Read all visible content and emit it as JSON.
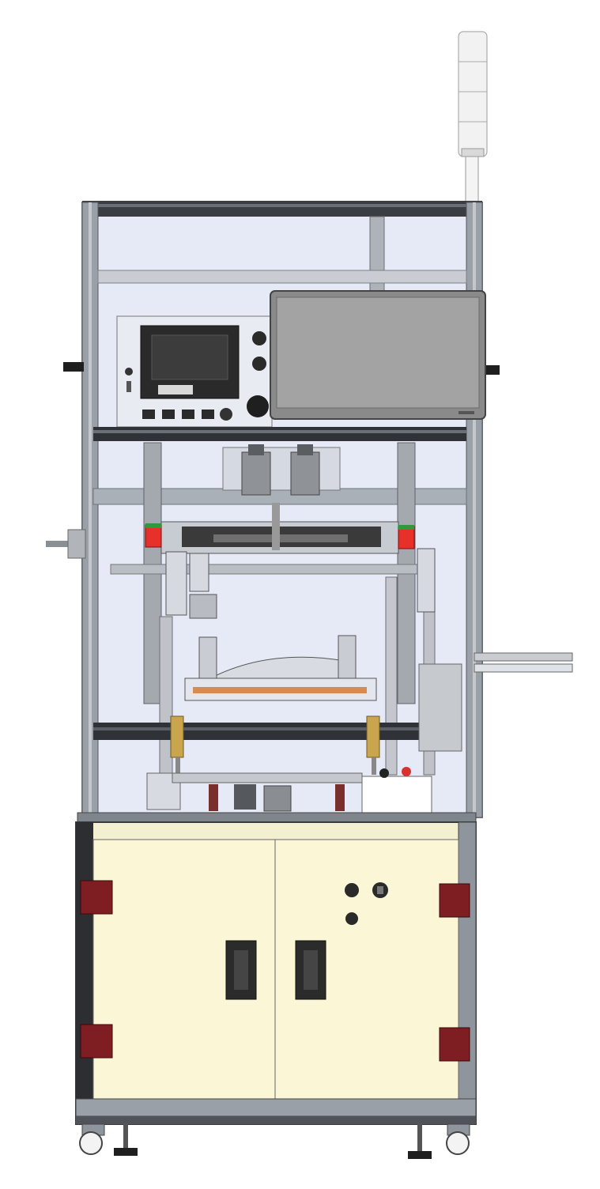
{
  "machine": {
    "colors": {
      "frame": "#8f959c",
      "frame_dark": "#2b2d30",
      "glass": "#dfe4f4",
      "cabinet": "#fbf7d6",
      "hinge": "#7e1e22",
      "monitor": "#9b9b9b",
      "sensor_red": "#e8302b",
      "accent_orange": "#d98a4e",
      "tower_light": "#f2f2f2"
    },
    "icons": [
      "signal-tower-light",
      "control-panel-lcd",
      "touch-monitor",
      "linear-actuator-red",
      "cabinet-hinge",
      "door-handle",
      "caster-wheel",
      "leveling-foot",
      "emergency-stop-box"
    ]
  }
}
